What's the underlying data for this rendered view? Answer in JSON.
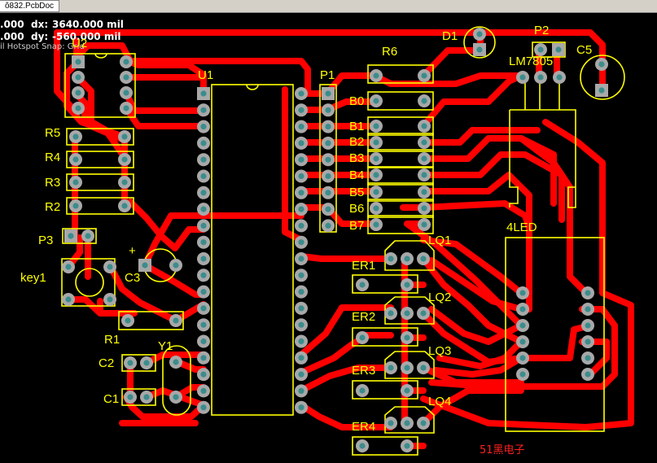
{
  "window": {
    "title_fragment": "ô832.PcbDoc"
  },
  "hud": {
    "line1_left": ".000",
    "dx_label": "dx:",
    "dx_value": "3640.000 mil",
    "line2_left": ".000",
    "dy_label": "dy:",
    "dy_value": "-560.000 mil",
    "snap_text": "il Hotspot Snap: Grid"
  },
  "designators": {
    "U2": "U2",
    "U1": "U1",
    "P1": "P1",
    "R6": "R6",
    "D1": "D1",
    "P2": "P2",
    "C5": "C5",
    "LM7805": "LM7805",
    "R5": "R5",
    "R4": "R4",
    "R3": "R3",
    "R2": "R2",
    "P3": "P3",
    "key1": "key1",
    "C3": "C3",
    "C3_plus": "+",
    "R1": "R1",
    "Y1": "Y1",
    "C2": "C2",
    "C1": "C1",
    "B0": "B0",
    "B1": "B1",
    "B2": "B2",
    "B3": "B3",
    "B4": "B4",
    "B5": "B5",
    "B6": "B6",
    "B7": "B7",
    "LQ1": "LQ1",
    "LQ2": "LQ2",
    "LQ3": "LQ3",
    "LQ4": "LQ4",
    "ER1": "ER1",
    "ER2": "ER2",
    "ER3": "ER3",
    "ER4": "ER4",
    "LED4": "4LED"
  },
  "watermark": "51黑电子",
  "colors": {
    "background": "#000000",
    "track": "#ff0000",
    "overlay": "#ffff00",
    "pad": "#a8a8a8",
    "hole": "#3c8c8c"
  }
}
